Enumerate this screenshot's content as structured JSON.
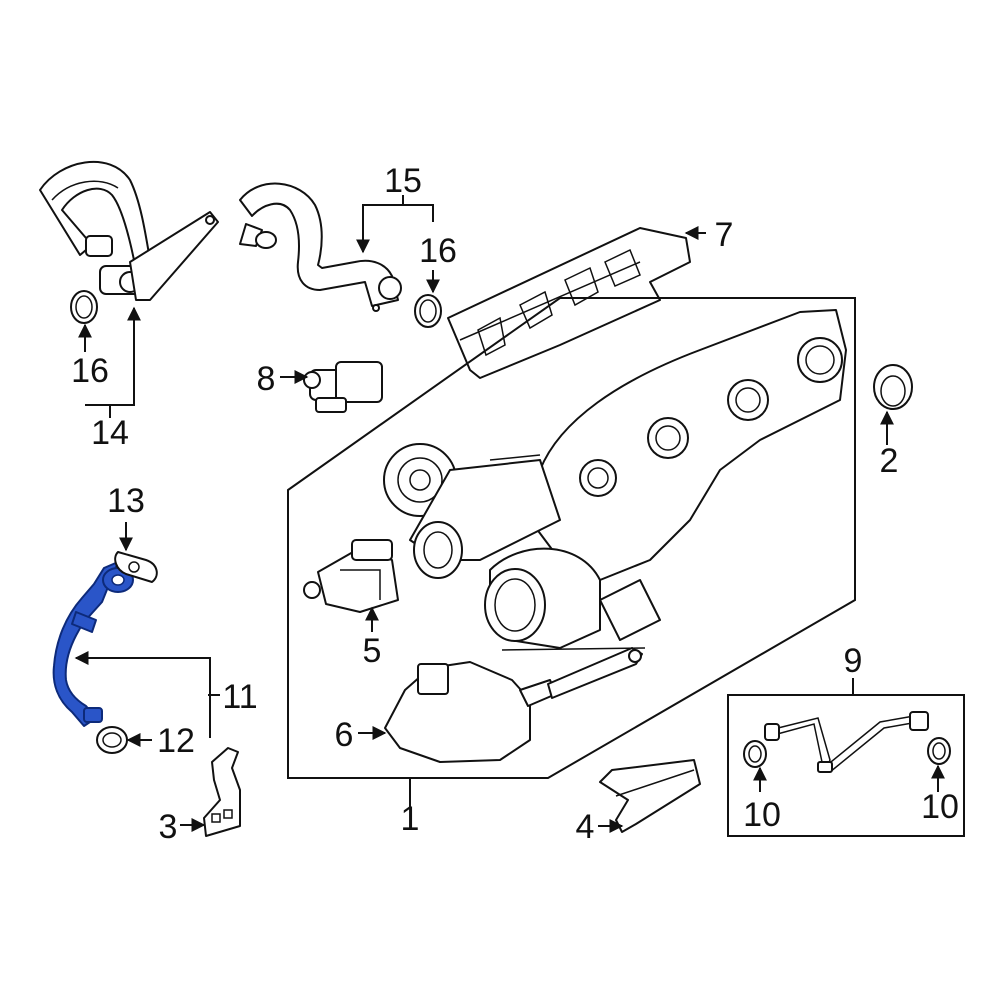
{
  "diagram": {
    "callouts": {
      "c1": "1",
      "c2": "2",
      "c3": "3",
      "c4": "4",
      "c5": "5",
      "c6": "6",
      "c7": "7",
      "c8": "8",
      "c9": "9",
      "c10a": "10",
      "c10b": "10",
      "c11": "11",
      "c12": "12",
      "c13": "13",
      "c14": "14",
      "c15": "15",
      "c16a": "16",
      "c16b": "16"
    },
    "highlight_color": "#2a55c8",
    "highlighted_part": "11"
  }
}
